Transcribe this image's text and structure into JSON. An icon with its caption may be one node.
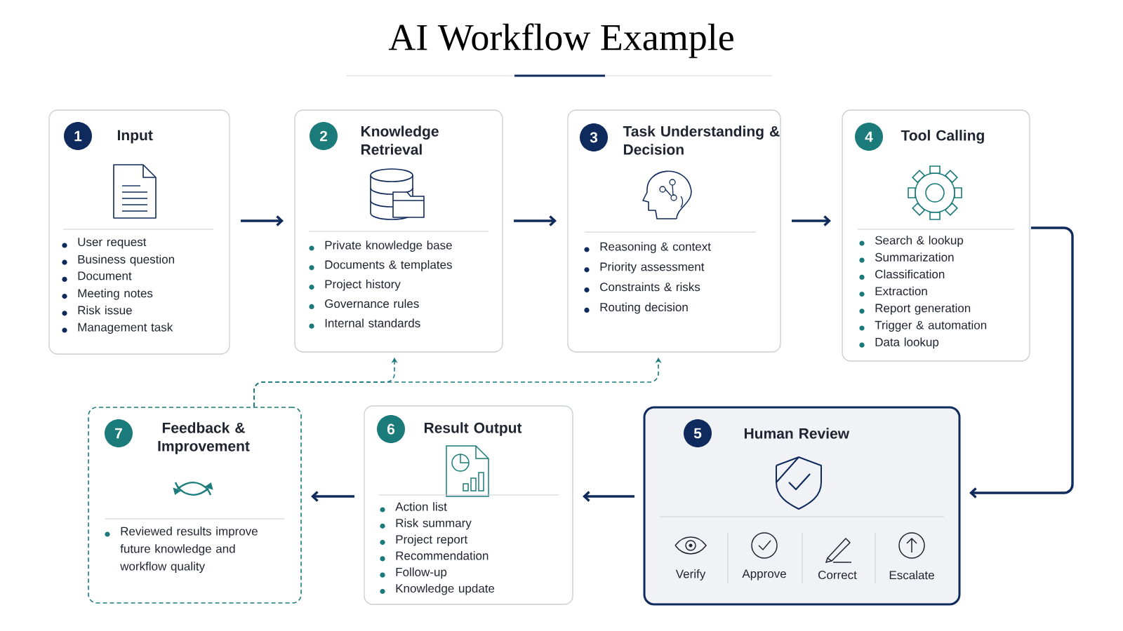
{
  "diagram": {
    "title": "AI Workflow Example",
    "nodes": [
      {
        "text": [
          "1",
          "Input",
          "User request",
          "Business question",
          "Document",
          "Meeting notes",
          "Risk issue",
          "Management task"
        ]
      },
      {
        "text": [
          "2",
          "Knowledge Retrieval",
          "Private knowledge base",
          "Documents & templates",
          "Project history",
          "Governance rules",
          "Internal standards"
        ]
      },
      {
        "text": [
          "3",
          "Task Understanding & Decision",
          "Reasoning & context",
          "Priority assessment",
          "Constraints & risks",
          "Routing decision"
        ]
      },
      {
        "text": [
          "4",
          "Tool Calling",
          "Search & lookup",
          "Summarization",
          "Classification",
          "Extraction",
          "Report generation",
          "Trigger & automation",
          "Data lookup"
        ]
      },
      {
        "text": [
          "5",
          "Human Review",
          "Verify",
          "Approve",
          "Correct",
          "Escalate"
        ]
      },
      {
        "text": [
          "6",
          "Result Output",
          "Action list",
          "Risk summary",
          "Project report",
          "Recommendation",
          "Follow-up",
          "Knowledge update"
        ]
      },
      {
        "text": [
          "7",
          "Feedback & Improvement",
          "Reviewed results improve future knowledge and workflow quality"
        ]
      }
    ],
    "edges": [
      {
        "from": 0,
        "to": 1,
        "arrow": "to"
      },
      {
        "from": 1,
        "to": 2,
        "arrow": "to"
      },
      {
        "from": 2,
        "to": 3,
        "arrow": "to"
      },
      {
        "from": 3,
        "to": 4,
        "arrow": "to"
      },
      {
        "from": 4,
        "to": 5,
        "arrow": "to"
      },
      {
        "from": 5,
        "to": 6,
        "arrow": "to"
      },
      {
        "from": 6,
        "to": 1,
        "arrow": "to",
        "style": "dashed",
        "color": "#1b7a7a"
      },
      {
        "from": 6,
        "to": 2,
        "arrow": "to",
        "style": "dashed",
        "color": "#1b7a7a"
      }
    ]
  }
}
